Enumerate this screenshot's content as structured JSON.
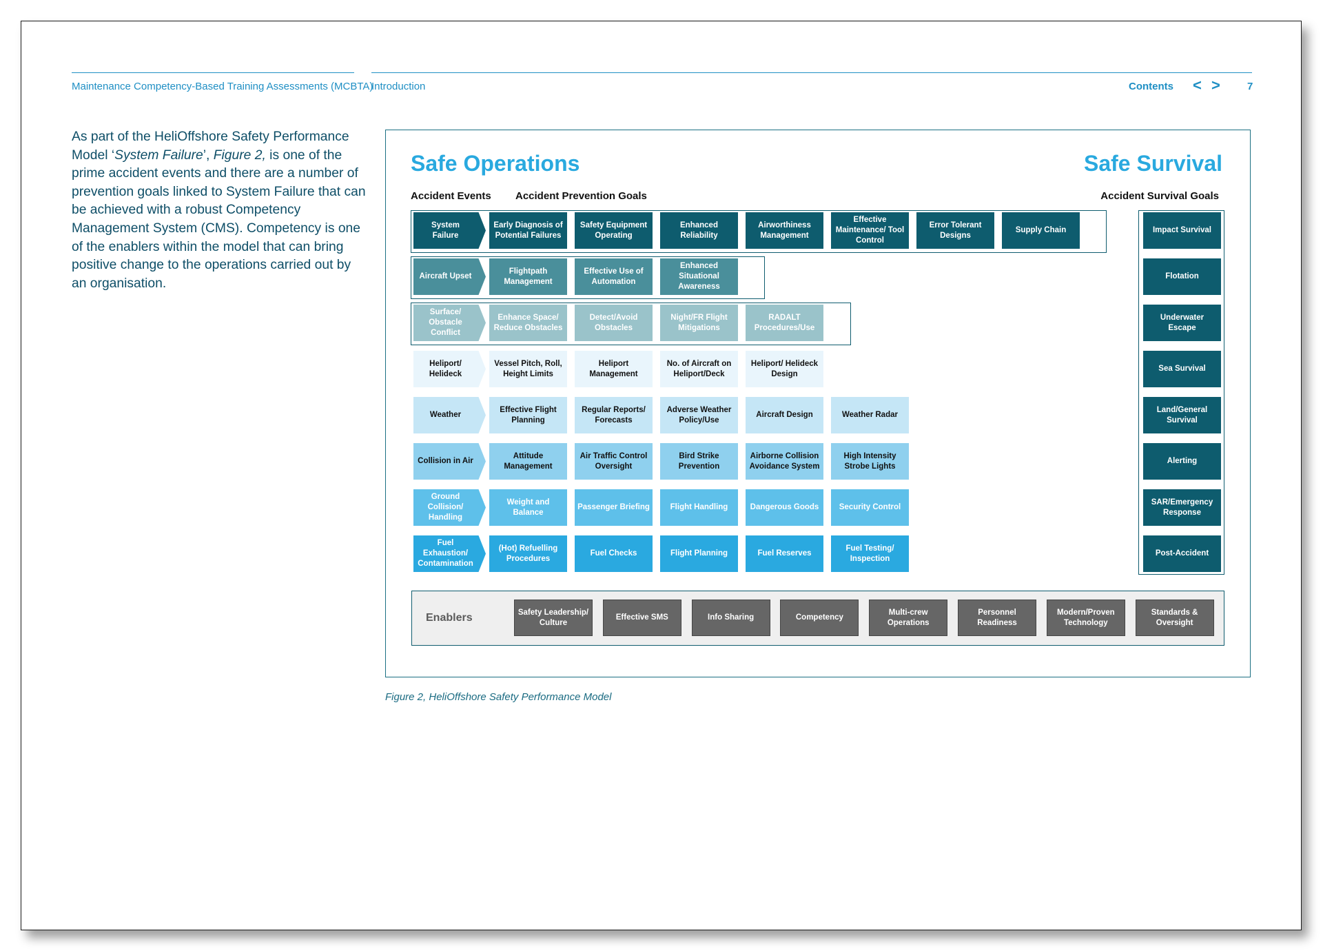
{
  "header": {
    "doc_title": "Maintenance Competency-Based Training Assessments (MCBTA)",
    "section": "Introduction",
    "contents": "Contents",
    "prev": "<",
    "next": ">",
    "page_number": "7"
  },
  "intro": {
    "p1": "As part of the HeliOffshore Safety Performance Model ‘",
    "p1_em": "System Failure",
    "p2": "’, ",
    "p2_em": "Figure 2,",
    "p3": " is one of the prime accident events and there are a number of prevention goals linked to System Failure that can be achieved with a robust Competency Management System (CMS). Competency is one of the enablers within the model that can bring positive change to the operations carried out by an organisation."
  },
  "figure": {
    "title_left": "Safe Operations",
    "title_right": "Safe Survival",
    "heading_events": "Accident Events",
    "heading_prevention": "Accident Prevention Goals",
    "heading_survival": "Accident Survival Goals",
    "caption": "Figure 2, HeliOffshore Safety Performance Model",
    "rows": [
      {
        "event": "System Failure",
        "bg": "#0e5c6e",
        "fg": "#ffffff",
        "goals": [
          "Early Diagnosis of Potential Failures",
          "Safety Equipment Operating",
          "Enhanced Reliability",
          "Airworthiness Management",
          "Effective Maintenance/ Tool Control",
          "Error Tolerant Designs",
          "Supply Chain"
        ]
      },
      {
        "event": "Aircraft Upset",
        "bg": "#4a8f9b",
        "fg": "#ffffff",
        "goals": [
          "Flightpath Management",
          "Effective Use of Automation",
          "Enhanced Situational Awareness"
        ]
      },
      {
        "event": "Surface/ Obstacle Conflict",
        "bg": "#9ac3ca",
        "fg": "#ffffff",
        "goals": [
          "Enhance Space/ Reduce Obstacles",
          "Detect/Avoid Obstacles",
          "Night/FR Flight Mitigations",
          "RADALT Procedures/Use"
        ]
      },
      {
        "event": "Heliport/ Helideck",
        "bg": "#e9f5fc",
        "fg": "#111111",
        "goals": [
          "Vessel Pitch, Roll, Height Limits",
          "Heliport Management",
          "No. of Aircraft on Heliport/Deck",
          "Heliport/ Helideck Design"
        ]
      },
      {
        "event": "Weather",
        "bg": "#c5e6f6",
        "fg": "#111111",
        "goals": [
          "Effective Flight Planning",
          "Regular Reports/ Forecasts",
          "Adverse Weather Policy/Use",
          "Aircraft Design",
          "Weather Radar"
        ]
      },
      {
        "event": "Collision in Air",
        "bg": "#8fd0ee",
        "fg": "#111111",
        "goals": [
          "Attitude Management",
          "Air Traffic Control Oversight",
          "Bird Strike Prevention",
          "Airborne Collision Avoidance System",
          "High Intensity Strobe Lights"
        ]
      },
      {
        "event": "Ground Collision/ Handling",
        "bg": "#5ec0ea",
        "fg": "#ffffff",
        "goals": [
          "Weight and Balance",
          "Passenger Briefing",
          "Flight Handling",
          "Dangerous Goods",
          "Security Control"
        ]
      },
      {
        "event": "Fuel Exhaustion/ Contamination",
        "bg": "#2aa9e0",
        "fg": "#ffffff",
        "goals": [
          "(Hot) Refuelling Procedures",
          "Fuel Checks",
          "Flight Planning",
          "Fuel Reserves",
          "Fuel Testing/ Inspection"
        ]
      }
    ],
    "survival_goals": [
      "Impact Survival",
      "Flotation",
      "Underwater Escape",
      "Sea Survival",
      "Land/General Survival",
      "Alerting",
      "SAR/Emergency Response",
      "Post-Accident"
    ],
    "survival_bg": "#0e5c6e",
    "enablers_label": "Enablers",
    "enablers": [
      "Safety Leadership/ Culture",
      "Effective SMS",
      "Info Sharing",
      "Competency",
      "Multi-crew Operations",
      "Personnel Readiness",
      "Modern/Proven Technology",
      "Standards & Oversight"
    ]
  }
}
